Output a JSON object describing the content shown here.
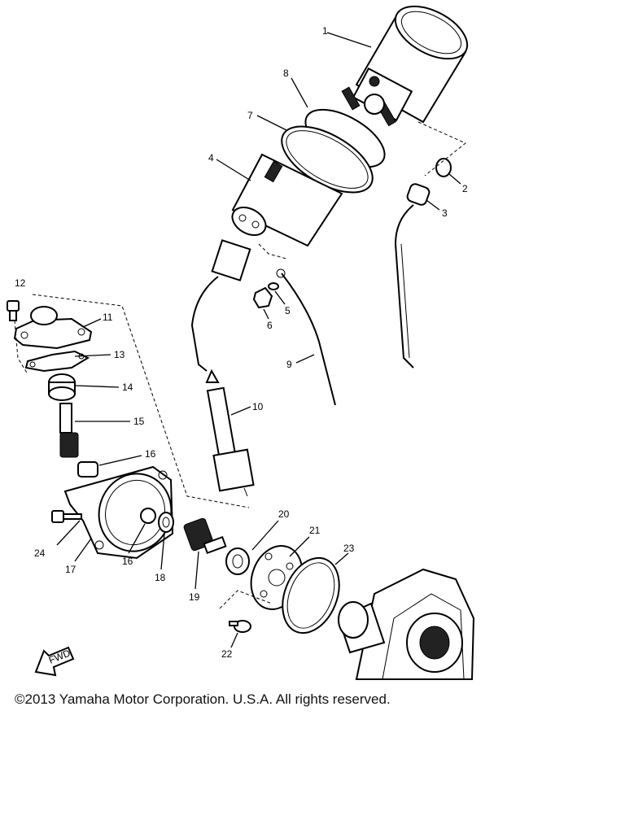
{
  "diagram": {
    "labels": {
      "p1": "1",
      "p2": "2",
      "p3": "3",
      "p4": "4",
      "p5": "5",
      "p6": "6",
      "p7": "7",
      "p8": "8",
      "p9": "9",
      "p10": "10",
      "p11": "11",
      "p12": "12",
      "p13": "13",
      "p14": "14",
      "p15": "15",
      "p16a": "16",
      "p16b": "16",
      "p17": "17",
      "p18": "18",
      "p19": "19",
      "p20": "20",
      "p21": "21",
      "p22": "22",
      "p23": "23",
      "p24": "24"
    },
    "direction_marker": "FWD"
  },
  "footer": {
    "copyright": "©2013 Yamaha Motor Corporation. U.S.A. All rights reserved."
  }
}
